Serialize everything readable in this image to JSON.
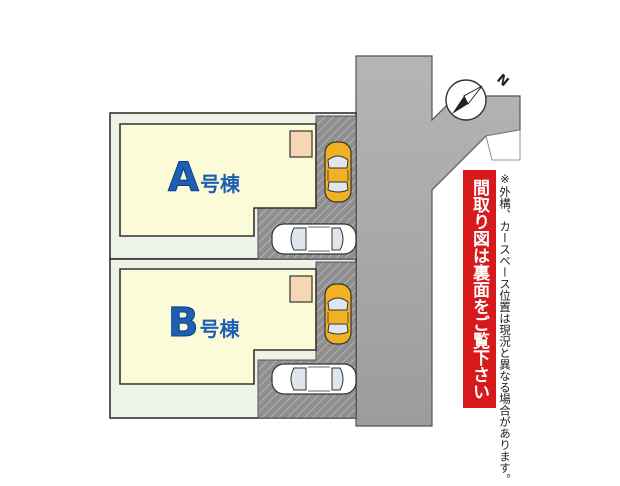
{
  "units": [
    {
      "letter": "A",
      "suffix": "号棟"
    },
    {
      "letter": "B",
      "suffix": "号棟"
    }
  ],
  "banner": {
    "text": "間取り図は裏面をご覧下さい"
  },
  "note": {
    "text": "※外構、カースペース位置は現況と異なる場合があります。"
  },
  "compass": {
    "label": "N"
  },
  "colors": {
    "building": "#fbfbd8",
    "road": "#a9a9a9",
    "parking": "#9a9a9a",
    "yard": "#edf3e6",
    "car_yellow": "#f2b024",
    "car_white": "#ffffff",
    "banner": "#d7191c",
    "label": "#1e5fb4"
  }
}
